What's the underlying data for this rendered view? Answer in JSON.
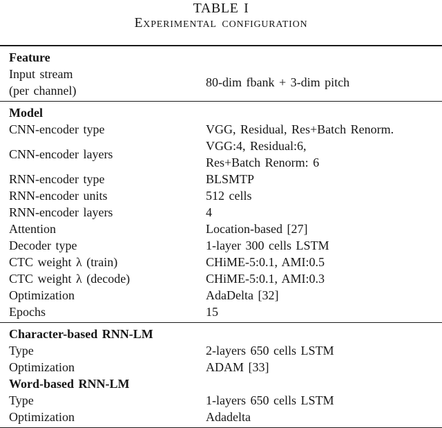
{
  "table": {
    "title": "TABLE I",
    "caption": "Experimental configuration",
    "sections": [
      {
        "header": "Feature",
        "rows": [
          {
            "label": "Input stream\n(per channel)",
            "value": "80-dim fbank + 3-dim pitch"
          }
        ]
      },
      {
        "header": "Model",
        "rows": [
          {
            "label": "CNN-encoder type",
            "value": "VGG, Residual, Res+Batch Renorm."
          },
          {
            "label": "CNN-encoder layers",
            "value": "VGG:4, Residual:6,\nRes+Batch Renorm: 6"
          },
          {
            "label": "RNN-encoder type",
            "value": "BLSMTP"
          },
          {
            "label": "RNN-encoder units",
            "value": "512 cells"
          },
          {
            "label": "RNN-encoder layers",
            "value": "4"
          },
          {
            "label": "Attention",
            "value": "Location-based [27]"
          },
          {
            "label": "Decoder type",
            "value": "1-layer 300 cells LSTM"
          },
          {
            "label": "CTC weight λ (train)",
            "value": "CHiME-5:0.1, AMI:0.5"
          },
          {
            "label": "CTC weight λ (decode)",
            "value": "CHiME-5:0.1, AMI:0.3"
          },
          {
            "label": "Optimization",
            "value": "AdaDelta [32]"
          },
          {
            "label": "Epochs",
            "value": "15"
          }
        ]
      },
      {
        "header": "Character-based RNN-LM",
        "rows": [
          {
            "label": "Type",
            "value": "2-layers 650 cells LSTM"
          },
          {
            "label": "Optimization",
            "value": "ADAM [33]"
          }
        ]
      },
      {
        "header": "Word-based RNN-LM",
        "rows": [
          {
            "label": "Type",
            "value": "1-layers 650 cells LSTM"
          },
          {
            "label": "Optimization",
            "value": "Adadelta"
          }
        ]
      }
    ]
  }
}
